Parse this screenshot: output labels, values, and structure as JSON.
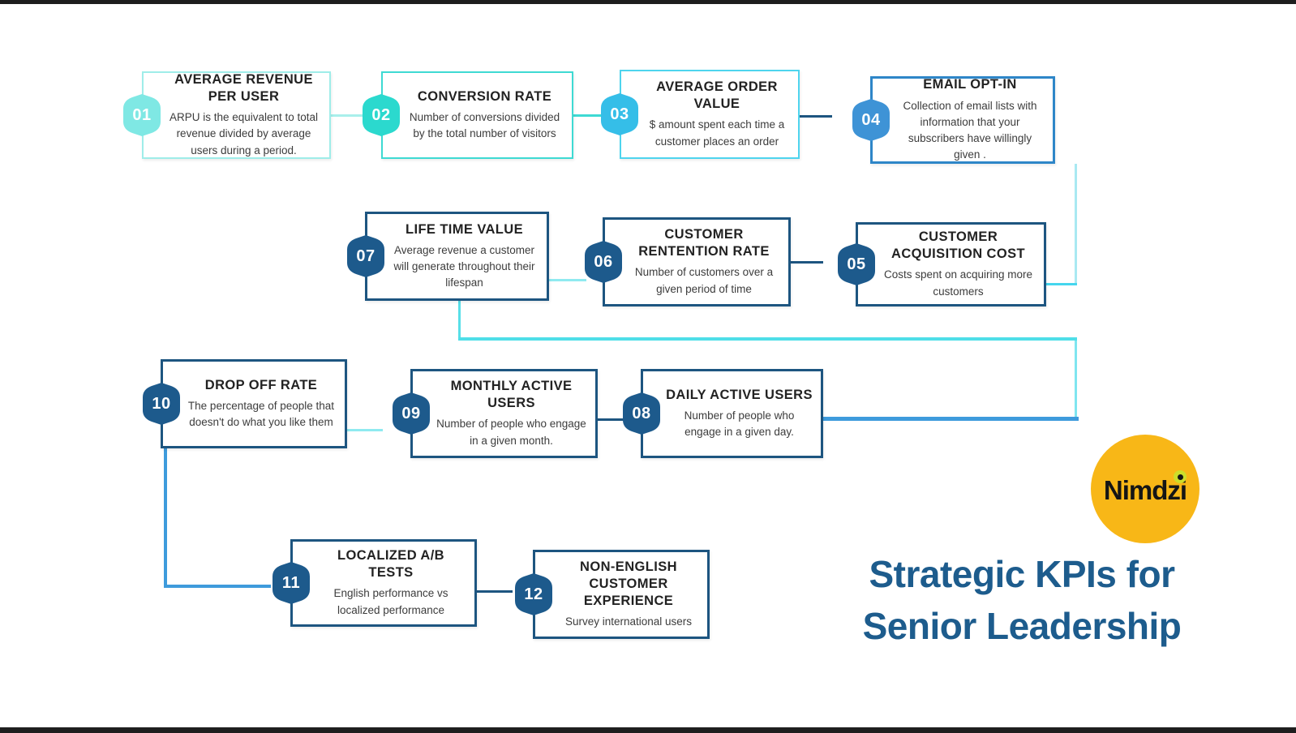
{
  "page": {
    "title_line1": "Strategic KPIs for",
    "title_line2": "Senior Leadership"
  },
  "logo": {
    "text": "Nimdzi"
  },
  "kpis": [
    {
      "number": "01",
      "title": "AVERAGE REVENUE PER USER",
      "desc": "ARPU is the equivalent to total revenue divided by average users during a period."
    },
    {
      "number": "02",
      "title": "CONVERSION RATE",
      "desc": "Number of conversions divided by the total number of visitors"
    },
    {
      "number": "03",
      "title": "AVERAGE ORDER VALUE",
      "desc": "$ amount spent each time a customer places an order"
    },
    {
      "number": "04",
      "title": "EMAIL OPT-IN",
      "desc": "Collection of email lists with information that your subscribers have willingly given ."
    },
    {
      "number": "05",
      "title": "CUSTOMER ACQUISITION COST",
      "desc": "Costs spent on acquiring more customers"
    },
    {
      "number": "06",
      "title": "CUSTOMER RENTENTION RATE",
      "desc": "Number of customers  over a given period of time"
    },
    {
      "number": "07",
      "title": "LIFE TIME VALUE",
      "desc": "Average revenue  a customer will generate throughout their lifespan"
    },
    {
      "number": "08",
      "title": "DAILY ACTIVE USERS",
      "desc": "Number of people who engage in a given day."
    },
    {
      "number": "09",
      "title": "MONTHLY ACTIVE USERS",
      "desc": "Number of people who engage in a given month."
    },
    {
      "number": "10",
      "title": "DROP OFF RATE",
      "desc": "The percentage of people that doesn't do what you like them"
    },
    {
      "number": "11",
      "title": "LOCALIZED A/B TESTS",
      "desc": "English performance vs localized performance"
    },
    {
      "number": "12",
      "title": "NON-ENGLISH CUSTOMER EXPERIENCE",
      "desc": "Survey international users"
    }
  ],
  "colors": {
    "badge_01": "#7fe8e4",
    "badge_02": "#2bd9ce",
    "badge_03": "#35bee8",
    "badge_04": "#3e93d6",
    "badge_navy": "#1d5a8c",
    "border_navy": "#1d5580",
    "connector_cyan": "#4fdee8",
    "connector_blue": "#3e9bdc",
    "title_blue": "#1d5c8d",
    "logo_yellow": "#f8b717",
    "logo_dot_green": "#cdde2b",
    "edge_bar": "#1e1e1e"
  }
}
